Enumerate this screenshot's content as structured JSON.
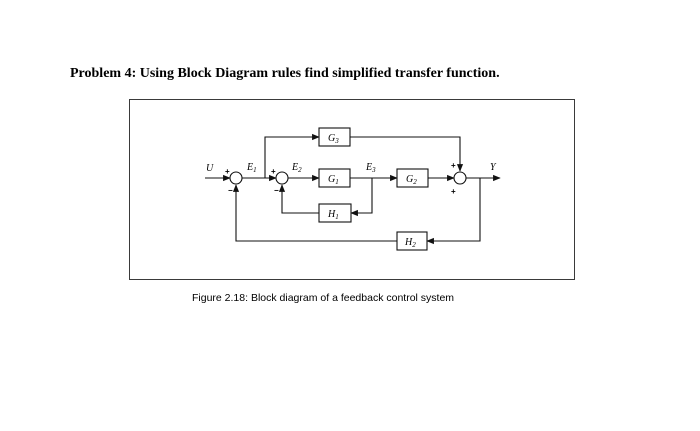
{
  "problem_text": "Problem 4: Using Block Diagram rules find simplified transfer function.",
  "caption": "Figure 2.18: Block diagram of a feedback control system",
  "diagram": {
    "input": "U",
    "output": "Y",
    "signals": {
      "e1": {
        "base": "E",
        "sub": "1"
      },
      "e2": {
        "base": "E",
        "sub": "2"
      },
      "e3": {
        "base": "E",
        "sub": "3"
      }
    },
    "blocks": {
      "g3": {
        "base": "G",
        "sub": "3"
      },
      "g1": {
        "base": "G",
        "sub": "1"
      },
      "g2": {
        "base": "G",
        "sub": "2"
      },
      "h1": {
        "base": "H",
        "sub": "1"
      },
      "h2": {
        "base": "H",
        "sub": "2"
      }
    },
    "signs": {
      "sum1_left": "+",
      "sum1_bottom": "−",
      "sum2_left": "+",
      "sum2_bottom": "−",
      "sum3_top": "+",
      "sum3_bottom": "+"
    }
  }
}
